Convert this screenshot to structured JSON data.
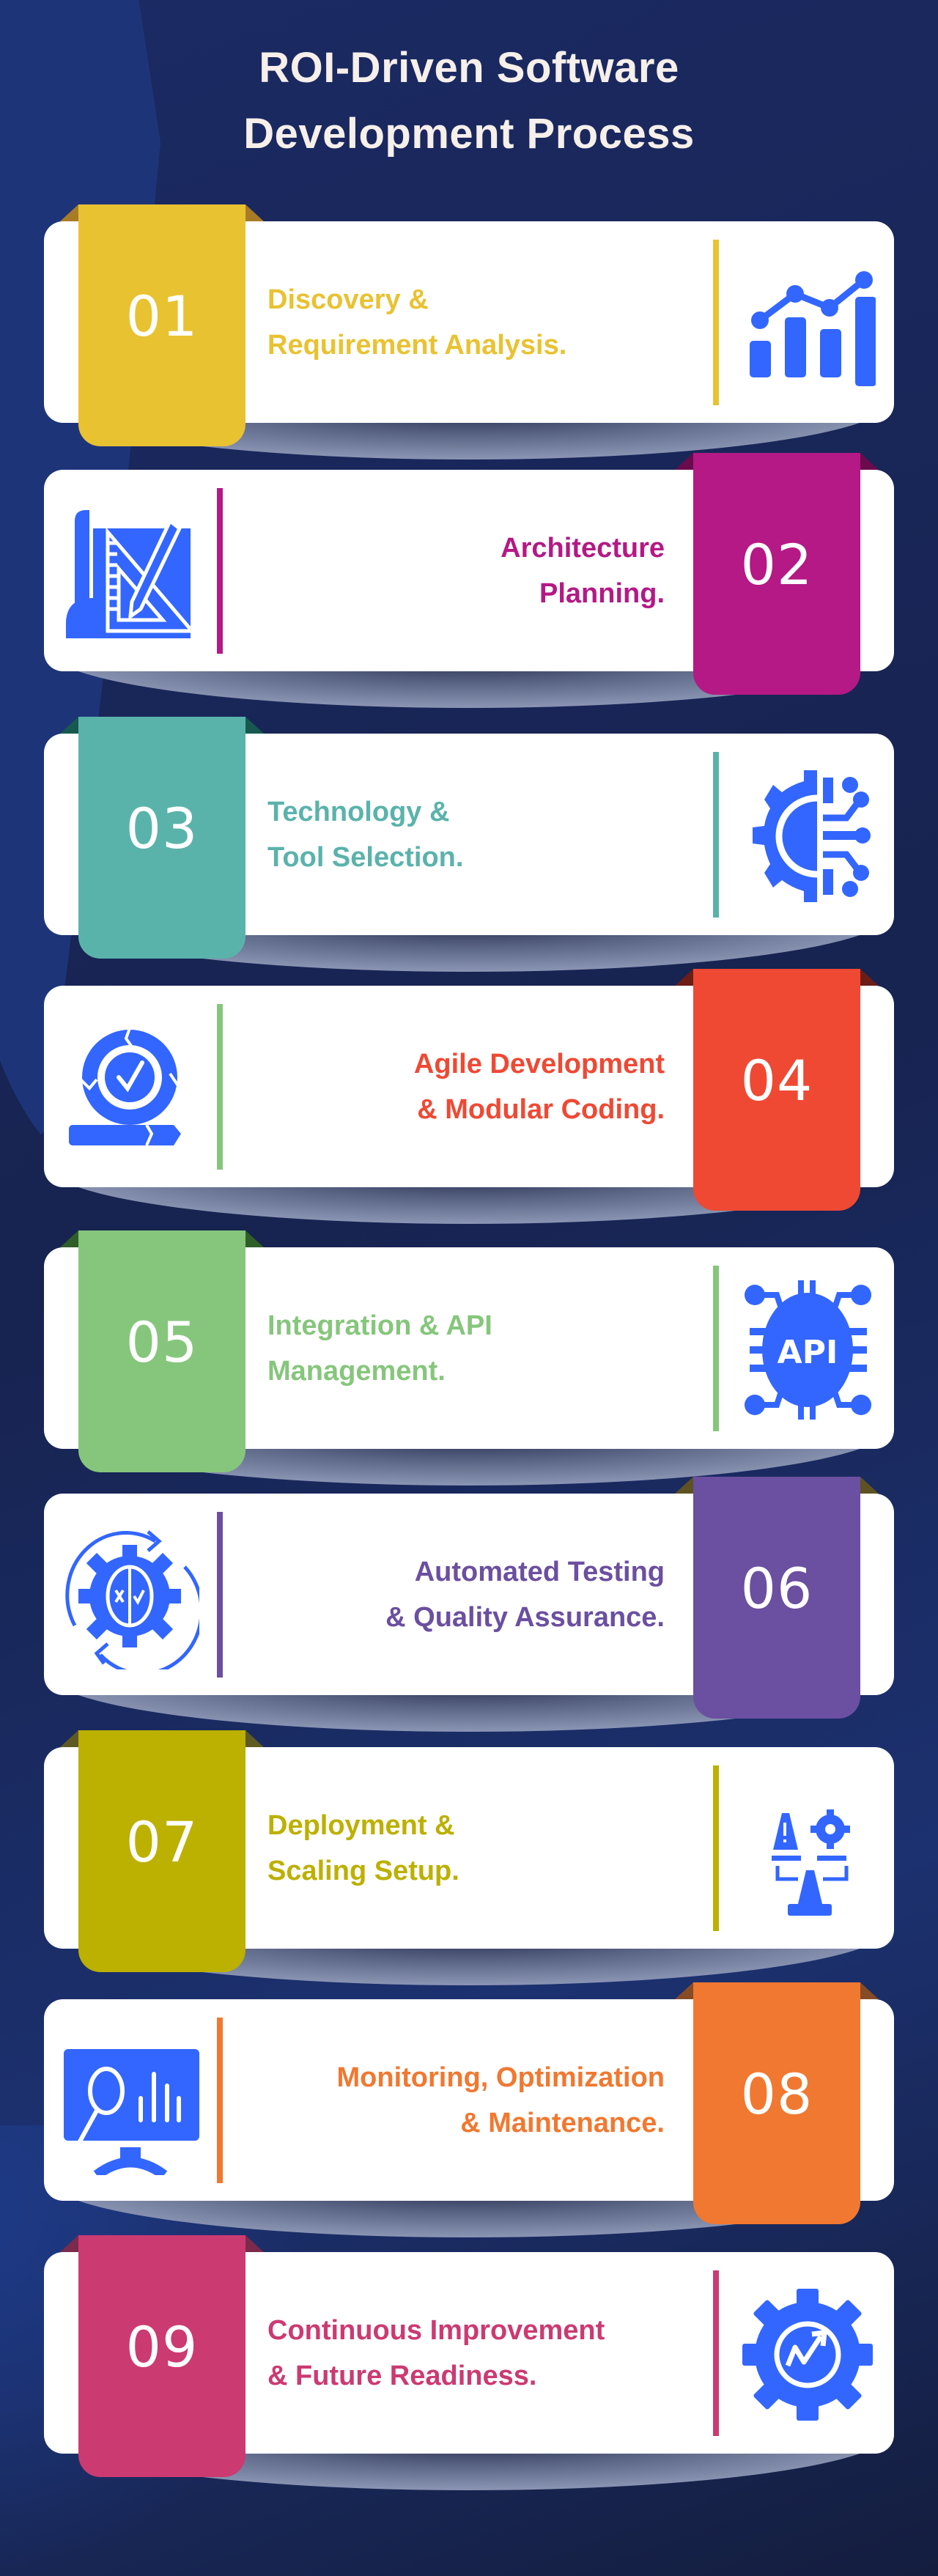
{
  "title": {
    "line1": "ROI-Driven Software",
    "line2": "Development Process"
  },
  "theme": {
    "background": "#172350",
    "card": "#ffffff",
    "icon_color": "#3366ff",
    "title_color": "#f6efea"
  },
  "steps": [
    {
      "number": "01",
      "line1": "Discovery &",
      "line2": "Requirement Analysis.",
      "color": "#e9c232",
      "fold": "#a87c26",
      "side": "left",
      "icon": "chart-growth-icon"
    },
    {
      "number": "02",
      "line1": "Architecture",
      "line2": "Planning.",
      "color": "#b41985",
      "fold": "#6b0a4c",
      "side": "right",
      "icon": "blueprint-icon"
    },
    {
      "number": "03",
      "line1": "Technology &",
      "line2": "Tool Selection.",
      "color": "#5ab3ab",
      "fold": "#17594f",
      "side": "left",
      "icon": "gear-circuit-icon"
    },
    {
      "number": "04",
      "line1": "Agile Development",
      "line2": "& Modular Coding.",
      "color": "#ef4934",
      "fold": "#6b1d16",
      "side": "right",
      "icon": "agile-cycle-icon"
    },
    {
      "number": "05",
      "line1": "Integration & API",
      "line2": "Management.",
      "color": "#86c67c",
      "fold": "#2f5e28",
      "side": "left",
      "icon": "api-chip-icon"
    },
    {
      "number": "06",
      "line1": "Automated Testing",
      "line2": "& Quality Assurance.",
      "color": "#6b4fa0",
      "fold": "#5e5223",
      "side": "right",
      "icon": "gear-test-icon"
    },
    {
      "number": "07",
      "line1": "Deployment &",
      "line2": "Scaling Setup.",
      "color": "#bcb000",
      "fold": "#5e5a22",
      "side": "left",
      "icon": "balance-scale-icon"
    },
    {
      "number": "08",
      "line1": "Monitoring, Optimization",
      "line2": "& Maintenance.",
      "color": "#f17830",
      "fold": "#874b25",
      "side": "right",
      "icon": "monitor-analytics-icon"
    },
    {
      "number": "09",
      "line1": "Continuous Improvement",
      "line2": "& Future Readiness.",
      "color": "#cc3a72",
      "fold": "#7b2a4c",
      "side": "left",
      "icon": "gear-growth-icon"
    }
  ]
}
